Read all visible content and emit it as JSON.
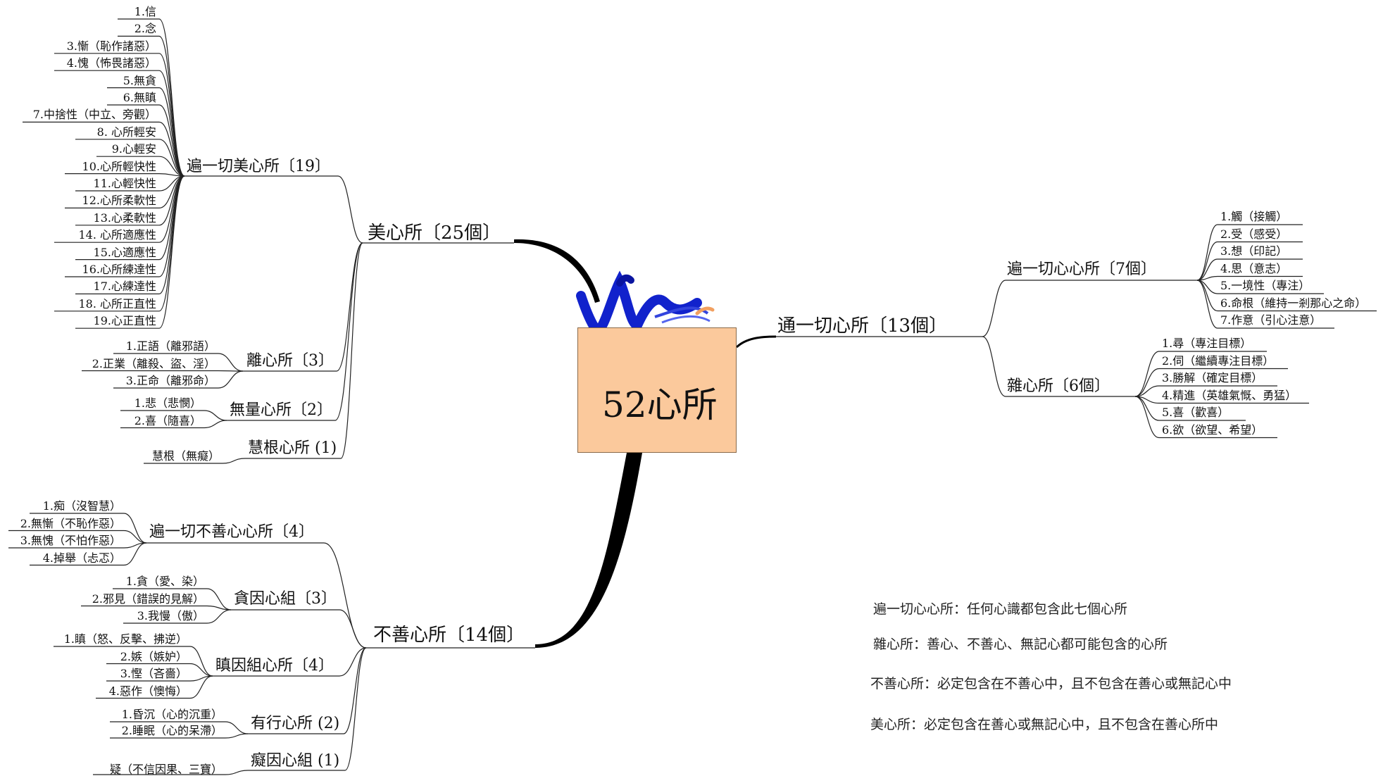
{
  "center": {
    "title": "52心所"
  },
  "branches": {
    "beautiful": {
      "title": "美心所〔25個〕",
      "universal_beautiful": {
        "title": "遍一切美心所〔19〕",
        "items": [
          "1.信",
          "2.念",
          "3.慚（恥作諸惡）",
          "4.愧（怖畏諸惡）",
          "5.無貪",
          "6.無瞋",
          "7.中捨性（中立、旁觀）",
          "8. 心所輕安",
          "9.心輕安",
          "10.心所輕快性",
          "11.心輕快性",
          "12.心所柔軟性",
          "13.心柔軟性",
          "14. 心所適應性",
          "15.心適應性",
          "16.心所練達性",
          "17.心練達性",
          "18. 心所正直性",
          "19.心正直性"
        ]
      },
      "abstinences": {
        "title": "離心所〔3〕",
        "items": [
          "1.正語（離邪語）",
          "2.正業（離殺、盜、淫）",
          "3.正命（離邪命）"
        ]
      },
      "illimitables": {
        "title": "無量心所〔2〕",
        "items": [
          "1.悲（悲憫）",
          "2.喜（隨喜）"
        ]
      },
      "wisdom": {
        "title": "慧根心所 (1)",
        "items": [
          "慧根（無癡）"
        ]
      }
    },
    "unwholesome": {
      "title": "不善心所〔14個〕",
      "universal_unwholesome": {
        "title": "遍一切不善心心所〔4〕",
        "items": [
          "1.痴（沒智慧）",
          "2.無慚（不恥作惡）",
          "3.無愧（不怕作惡）",
          "4.掉舉（忐忑）"
        ]
      },
      "greed": {
        "title": "貪因心組〔3〕",
        "items": [
          "1.貪（愛、染）",
          "2.邪見（錯誤的見解）",
          "3.我慢（傲）"
        ]
      },
      "hatred": {
        "title": "瞋因組心所〔4〕",
        "items": [
          "1.瞋（怒、反擊、拂逆）",
          "2.嫉（嫉妒）",
          "3.慳（吝嗇）",
          "4.惡作（懊悔）"
        ]
      },
      "sloth": {
        "title": "有行心所 (2)",
        "items": [
          "1.昏沉（心的沉重）",
          "2.睡眠（心的呆滯）"
        ]
      },
      "delusion": {
        "title": "癡因心組 (1)",
        "items": [
          "疑（不信因果、三寶）"
        ]
      }
    },
    "ethically_variable": {
      "title": "通一切心所〔13個〕",
      "universal": {
        "title": "遍一切心心所〔7個〕",
        "items": [
          "1.觸（接觸）",
          "2.受（感受）",
          "3.想（印記）",
          "4.思（意志）",
          "5.一境性（專注）",
          "6.命根（維持一剎那心之命）",
          "7.作意（引心注意）"
        ]
      },
      "occasional": {
        "title": "雜心所〔6個〕",
        "items": [
          "1.尋（專注目標）",
          "2.伺（繼續專注目標）",
          "3.勝解（確定目標）",
          "4.精進（英雄氣慨、勇猛）",
          "5.喜（歡喜）",
          "6.欲（欲望、希望）"
        ]
      }
    }
  },
  "notes": [
    "遍一切心心所：任何心識都包含此七個心所",
    "雜心所：善心、不善心、無記心都可能包含的心所",
    "不善心所：必定包含在不善心中，且不包含在善心或無記心中",
    "美心所：必定包含在善心或無記心中，且不包含在善心所中"
  ],
  "colors": {
    "center_fill": "#fbc99c",
    "logo_blue": "#1122cc",
    "line": "#222222"
  }
}
